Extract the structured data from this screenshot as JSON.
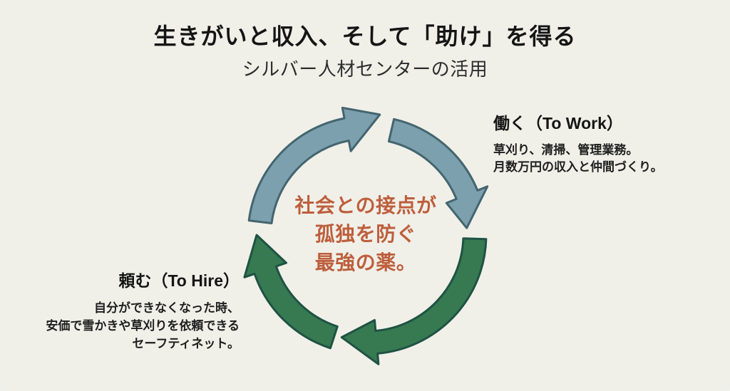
{
  "title": "生きがいと収入、そして「助け」を得る",
  "subtitle": "シルバー人材センターの活用",
  "colors": {
    "background": "#F0F0E9",
    "background_edge": "#FBFBF8",
    "title_text": "#151515",
    "subtitle_text": "#2D2D2D",
    "heading_text": "#151515",
    "body_text": "#1E1E1E",
    "center_text": "#BE5E3C",
    "cycle_blue_fill": "#7CA0AD",
    "cycle_blue_stroke": "#44656F",
    "cycle_green_fill": "#377A52",
    "cycle_green_stroke": "#1F5243"
  },
  "cycle": {
    "center_lines": [
      "社会との接点が",
      "孤独を防ぐ",
      "最強の薬。"
    ]
  },
  "work": {
    "heading": "働く（To Work）",
    "lines": [
      "草刈り、清掃、管理業務。",
      "月数万円の収入と仲間づくり。"
    ]
  },
  "hire": {
    "heading": "頼む（To Hire）",
    "lines": [
      "自分ができなくなった時、",
      "安価で雪かきや草刈りを依頼できる",
      "セーフティネット。"
    ]
  }
}
